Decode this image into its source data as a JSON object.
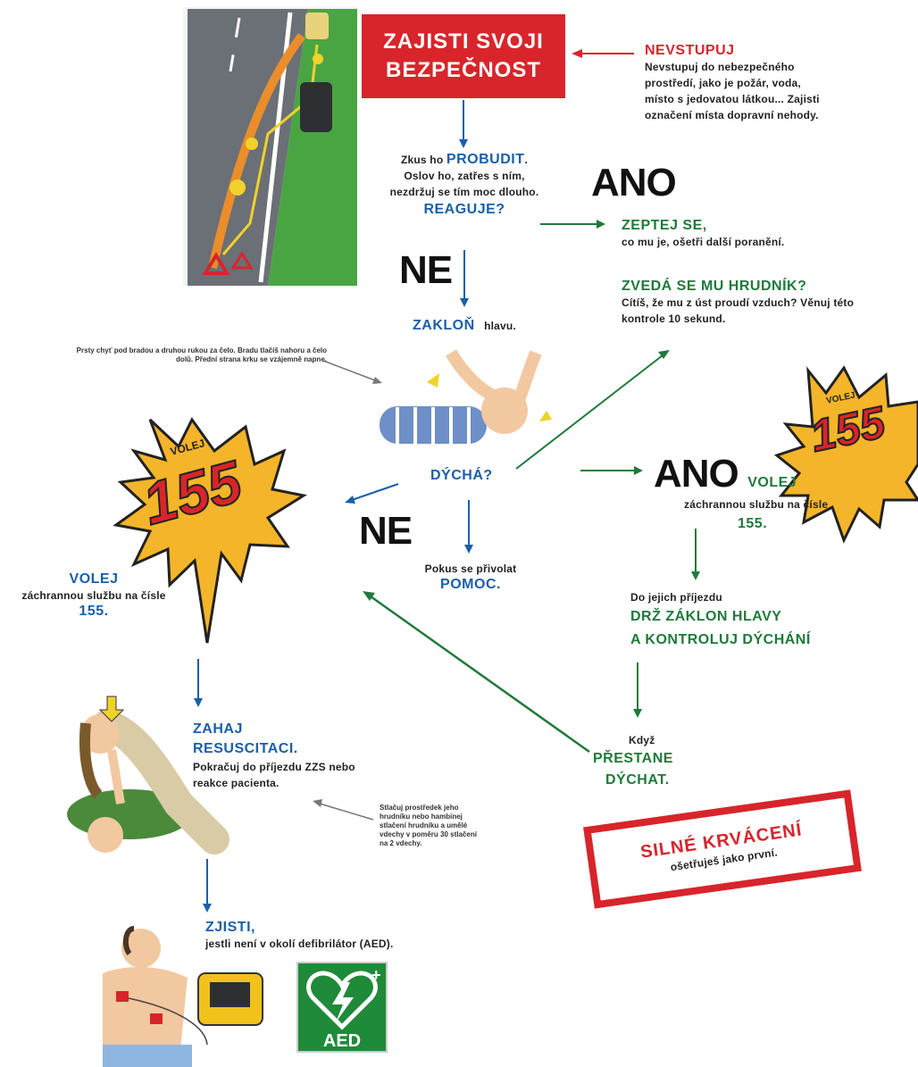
{
  "safety": {
    "line1": "ZAJISTI SVOJI",
    "line2": "BEZPEČNOST"
  },
  "nevstupuj": {
    "title": "NEVSTUPUJ",
    "lines": [
      "Nevstupuj do nebezpečného",
      "prostředí, jako je požár, voda,",
      "místo s jedovatou látkou... Zajisti",
      "označení místa dopravní nehody."
    ]
  },
  "wake": {
    "prefix": "Zkus ho ",
    "keyword": "PROBUDIT",
    "suffix": ".",
    "line2": "Oslov ho, zatřes s ním,",
    "line3": "nezdržuj se tím moc dlouho.",
    "question": "REAGUJE?"
  },
  "yes1": {
    "label": "ANO",
    "title": "ZEPTEJ SE,",
    "text": "co mu je, ošetři další poranění."
  },
  "ne1": "NE",
  "chest": {
    "title": "ZVEDÁ SE MU HRUDNÍK?",
    "line1": "Cítíš, že mu z úst proudí vzduch? Věnuj této",
    "line2": "kontrole 10 sekund."
  },
  "tilt": {
    "keyword": "ZAKLOŇ",
    "suffix": "hlavu."
  },
  "tilt_note": {
    "line1": "Prsty chyť pod bradou a druhou rukou za čelo. Bradu tlačíš nahoru a čelo",
    "line2": "dolů. Přední strana krku se vzájemně napne."
  },
  "breathing": {
    "question": "DÝCHÁ?"
  },
  "ne2": "NE",
  "help": {
    "line1": "Pokus se přivolat",
    "keyword": "POMOC."
  },
  "yes2": {
    "label": "ANO",
    "keyword": "VOLEJ",
    "line1": "záchrannou službu na čísle",
    "number": "155."
  },
  "call_left": {
    "keyword": "VOLEJ",
    "line1": "záchrannou službu na čísle",
    "number": "155."
  },
  "burst": {
    "top": "VOLEJ",
    "number": "155"
  },
  "hold": {
    "line1": "Do jejich příjezdu",
    "title1": "DRŽ ZÁKLON HLAVY",
    "title2": "A KONTROLUJ DÝCHÁNÍ"
  },
  "stops": {
    "line1": "Když",
    "title1": "PŘESTANE",
    "title2": "DÝCHAT."
  },
  "cpr": {
    "title1": "ZAHAJ",
    "title2": "RESUSCITACI.",
    "line1": "Pokračuj do příjezdu ZZS nebo",
    "line2": "reakce pacienta."
  },
  "cpr_note": {
    "lines": [
      "Stlačuj prostředek jeho",
      "hrudníku nebo hambinej",
      "stlačení hrudníku a umělé",
      "vdechy v poměru 30 stlačení",
      "na 2 vdechy."
    ]
  },
  "aed": {
    "title": "ZJISTI,",
    "line1": "jestli není v okolí defibrilátor (AED).",
    "sign_text": "AED"
  },
  "bleeding": {
    "title": "SILNÉ KRVÁCENÍ",
    "line1": "ošetřuješ jako první."
  },
  "colors": {
    "red": "#d7252b",
    "blue": "#1a5fa8",
    "green": "#1f7a3a",
    "burst": "#f5b52a"
  }
}
